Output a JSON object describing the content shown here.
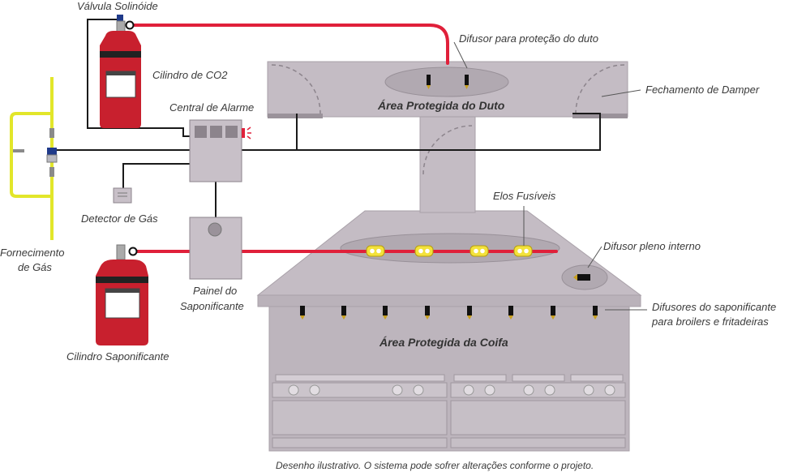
{
  "labels": {
    "solenoid_valve": "Válvula Solinóide",
    "co2_cylinder": "Cilindro de CO2",
    "alarm_panel": "Central de Alarme",
    "gas_detector": "Detector de Gás",
    "gas_supply_line1": "Fornecimento",
    "gas_supply_line2": "de Gás",
    "saponifier_panel_line1": "Painel do",
    "saponifier_panel_line2": "Saponificante",
    "saponifier_cylinder": "Cilindro Saponificante",
    "duct_diffuser": "Difusor para proteção do duto",
    "damper_closure": "Fechamento de Damper",
    "duct_area": "Área Protegida do Duto",
    "fusible_links": "Elos Fusíveis",
    "plenum_diffuser": "Difusor pleno interno",
    "appliance_diffusers_line1": "Difusores do saponificante",
    "appliance_diffusers_line2": "para broilers e fritadeiras",
    "hood_area": "Área Protegida da Coifa"
  },
  "caption": "Desenho ilustrativo. O sistema pode sofrer alterações conforme o projeto.",
  "icons": [
    "solenoid-valve-icon",
    "co2-cylinder-icon",
    "alarm-panel-icon",
    "strobe-icon",
    "gas-detector-icon",
    "gas-valve-icon",
    "saponifier-panel-icon",
    "saponifier-cylinder-icon",
    "nozzle-icon",
    "fusible-link-icon"
  ],
  "colors": {
    "pipe_red": "#e0203a",
    "gas_yellow": "#e2e62a",
    "cylinder_red": "#c8202e",
    "structure_gray": "#c4bcc4",
    "wire_black": "#1a1a1a"
  }
}
